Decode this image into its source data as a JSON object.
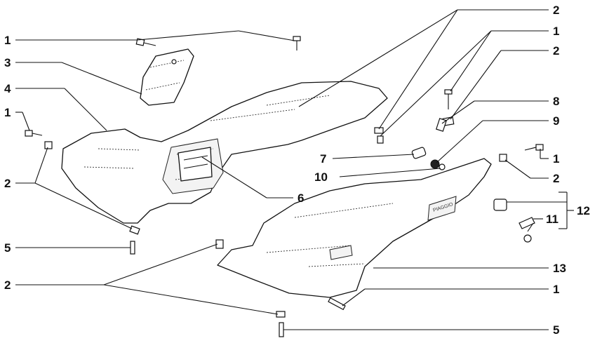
{
  "callouts": {
    "c1_top_left": "1",
    "c3": "3",
    "c4": "4",
    "c1_mid_left": "1",
    "c2_left": "2",
    "c5_left": "5",
    "c2_bottom_left": "2",
    "c2_top_right": "2",
    "c1_top_right": "1",
    "c2_right_upper": "2",
    "c8": "8",
    "c9": "9",
    "c7": "7",
    "c10": "10",
    "c6": "6",
    "c1_right_mid": "1",
    "c2_right_mid": "2",
    "c12": "12",
    "c11": "11",
    "c13": "13",
    "c1_bottom_right": "1",
    "c5_bottom": "5"
  },
  "body_marking": "PIAGGIO"
}
